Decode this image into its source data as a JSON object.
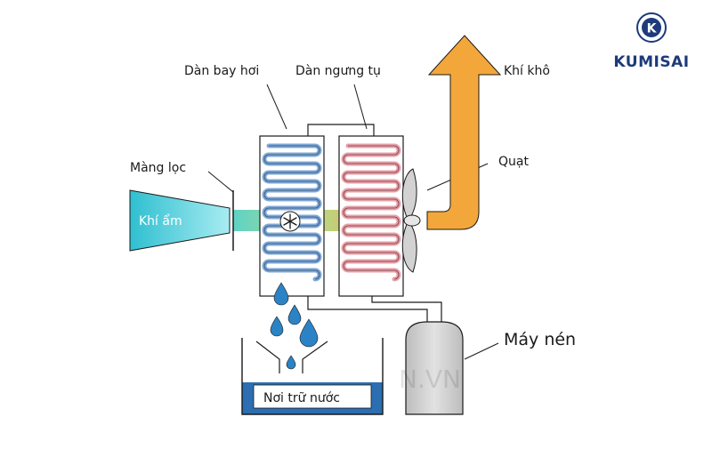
{
  "labels": {
    "evaporator": "Dàn bay hơi",
    "condenser": "Dàn ngưng tụ",
    "dry_air": "Khí khô",
    "filter": "Màng lọc",
    "fan": "Quạt",
    "humid_air": "Khí ẩm",
    "compressor": "Máy nén",
    "water_tank": "Nơi trữ nước"
  },
  "brand": {
    "name": "KUMISAI",
    "logo_letter": "K"
  },
  "watermark": {
    "text": "N.VN"
  },
  "colors": {
    "accent_blue": "#1f5fa8",
    "dry_air_orange": "#f3a73a",
    "humid_air_teal": "#34c3d4",
    "evaporator_coil": "#7fa8d6",
    "condenser_coil": "#e7a0a8",
    "water_drop": "#2b83c6",
    "machine_gray": "#cfcfcf",
    "brand_navy": "#1d3a7a"
  }
}
